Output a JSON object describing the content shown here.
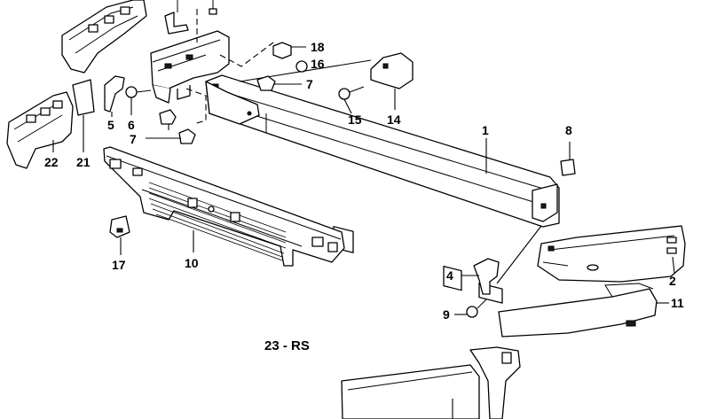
{
  "diagram": {
    "callouts": {
      "c1": "1",
      "c2": "2",
      "c4": "4",
      "c5": "5",
      "c6": "6",
      "c7a": "7",
      "c7b": "7",
      "c8": "8",
      "c9": "9",
      "c10": "10",
      "c11": "11",
      "c14": "14",
      "c15": "15",
      "c16": "16",
      "c17": "17",
      "c18": "18",
      "c21": "21",
      "c22": "22"
    },
    "code": "23 - RS"
  }
}
